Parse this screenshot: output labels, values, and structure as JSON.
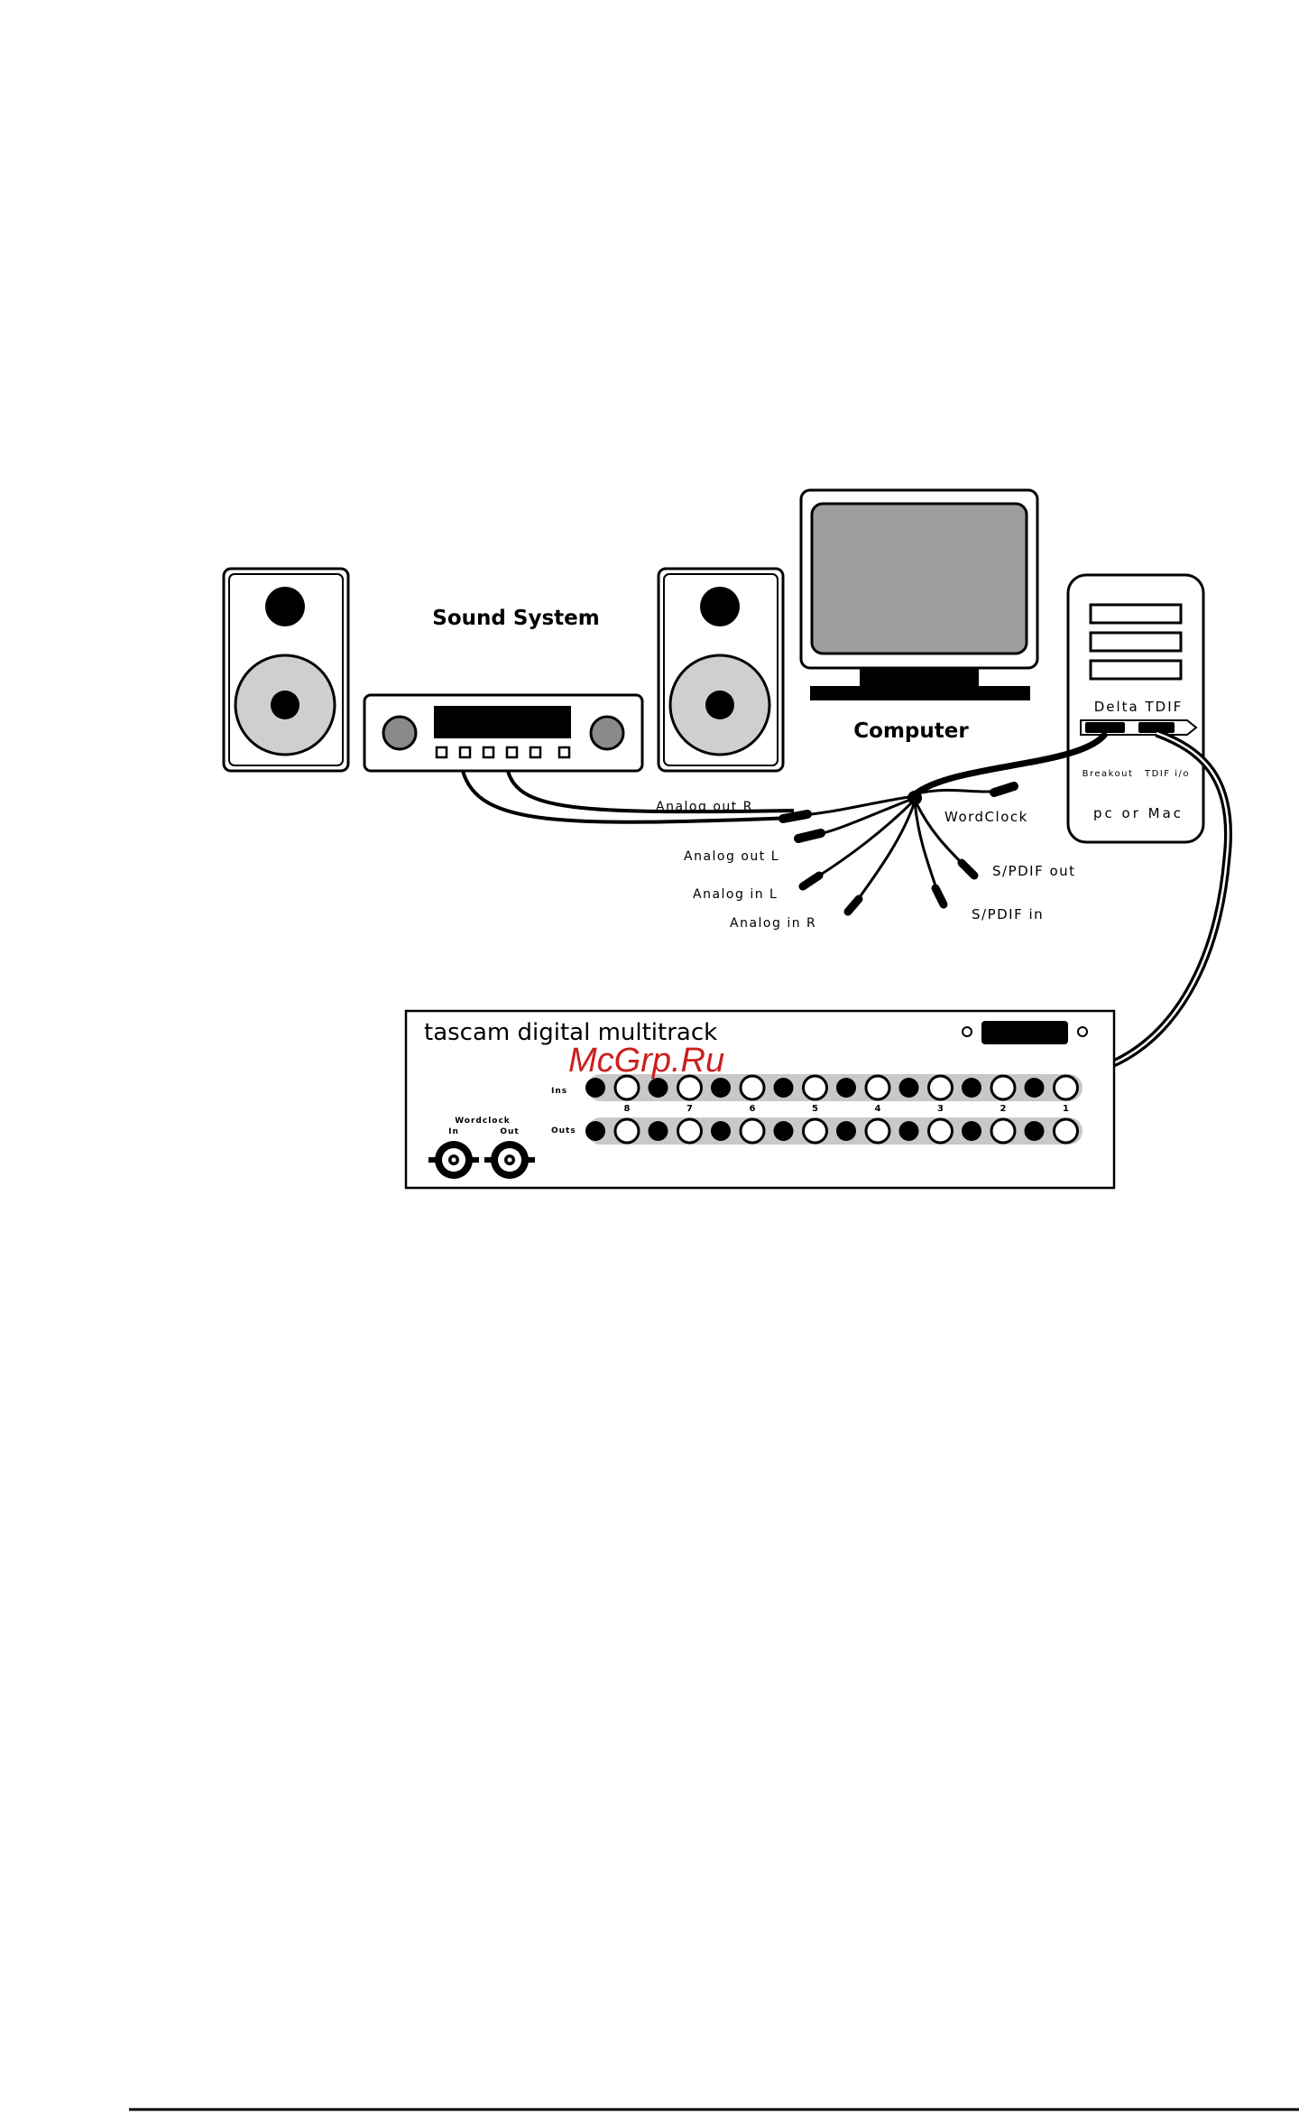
{
  "labels": {
    "sound_system": "Sound System",
    "computer": "Computer",
    "delta_tdif": "Delta TDIF",
    "breakout": "Breakout",
    "tdif_io": "TDIF i/o",
    "pc_or_mac": "pc or Mac",
    "analog_out_r": "Analog out R",
    "analog_out_l": "Analog out L",
    "analog_in_l": "Analog in L",
    "analog_in_r": "Analog in R",
    "wordclock": "WordClock",
    "spdif_out": "S/PDIF out",
    "spdif_in": "S/PDIF in",
    "multitrack_title": "tascam digital multitrack",
    "ins": "Ins",
    "outs": "Outs",
    "wordclock_small": "Wordclock",
    "wc_in": "In",
    "wc_out": "Out",
    "watermark": "McGrp.Ru"
  },
  "channels": [
    "8",
    "7",
    "6",
    "5",
    "4",
    "3",
    "2",
    "1"
  ],
  "colors": {
    "ink": "#000000",
    "monitor_screen": "#9e9e9e",
    "woofer": "#cfcfcf",
    "knob": "#8a8a8a",
    "jack_bar": "#c8c8c8",
    "watermark": "#cc1f1f"
  }
}
